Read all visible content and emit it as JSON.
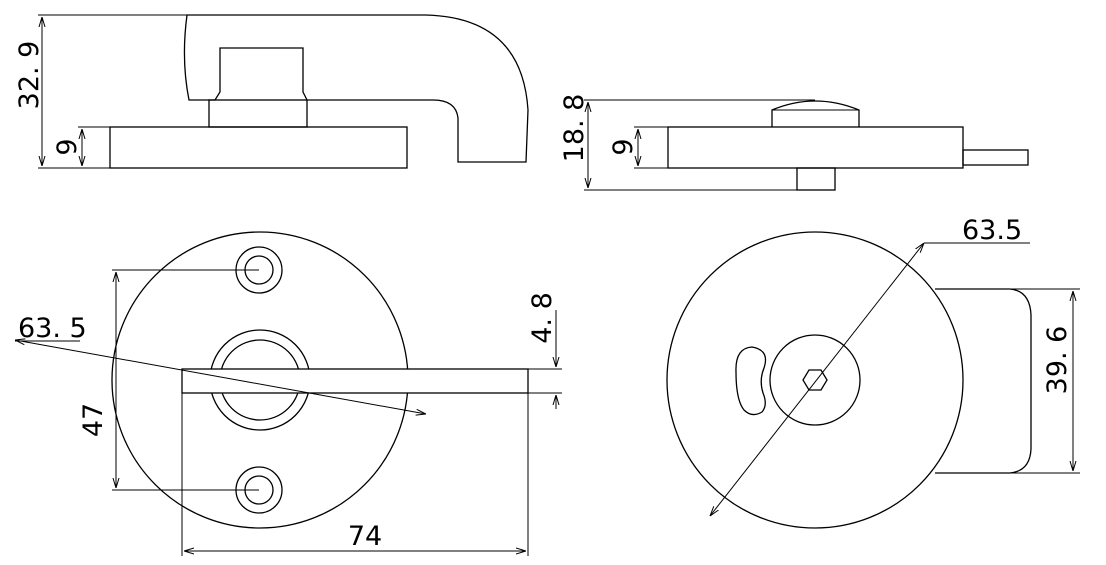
{
  "side_view_lever": {
    "height_label": "32. 9",
    "rose_thickness_label": "9"
  },
  "side_view_indicator": {
    "height_label": "18. 8",
    "rose_thickness_label": "9"
  },
  "front_view_lever": {
    "diameter_label": "63. 5",
    "lever_width_label": "4. 8",
    "screw_spacing_label": "47",
    "lever_length_label": "74"
  },
  "front_view_indicator": {
    "diameter_label": "63.5",
    "tab_height_label": "39. 6"
  }
}
